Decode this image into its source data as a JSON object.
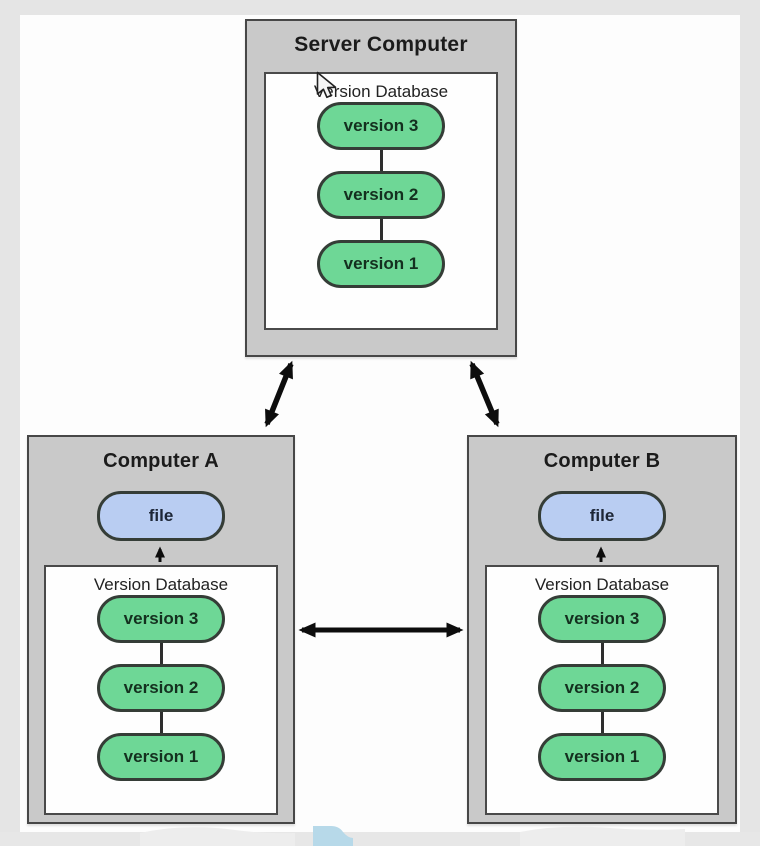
{
  "diagram": {
    "server": {
      "title": "Server Computer",
      "db_label": "Version Database",
      "versions": [
        "version 3",
        "version 2",
        "version 1"
      ]
    },
    "computer_a": {
      "title": "Computer A",
      "file_label": "file",
      "db_label": "Version Database",
      "versions": [
        "version 3",
        "version 2",
        "version 1"
      ]
    },
    "computer_b": {
      "title": "Computer B",
      "file_label": "file",
      "db_label": "Version Database",
      "versions": [
        "version 3",
        "version 2",
        "version 1"
      ]
    }
  },
  "icons": {
    "cursor": "arrow-pointer"
  },
  "colors": {
    "canvas_frame": "#e5e5e5",
    "slide_background": "#fdfdfd",
    "node_fill": "#c9c9c9",
    "node_border": "#474747",
    "version_pill_fill": "#6ed796",
    "file_pill_fill": "#b9cdf2",
    "pill_border": "#353d37",
    "arrow": "#0d0d0d",
    "watermark_blue": "#b7d9e9"
  }
}
